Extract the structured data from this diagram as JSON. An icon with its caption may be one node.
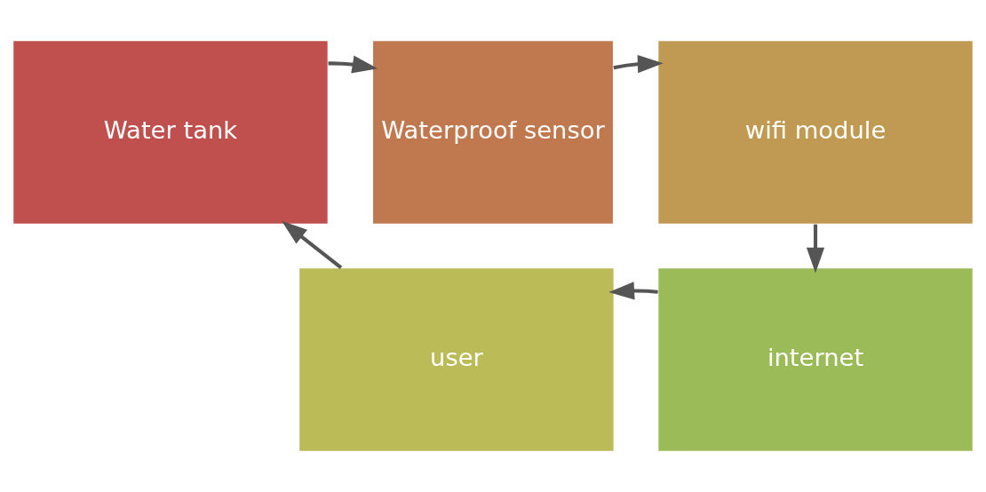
{
  "diagram": {
    "nodes": [
      {
        "text": [
          "Water tank"
        ]
      },
      {
        "text": [
          "Waterproof sensor"
        ]
      },
      {
        "text": [
          "wifi module"
        ]
      },
      {
        "text": [
          "internet"
        ]
      },
      {
        "text": [
          "user"
        ]
      }
    ],
    "edges": [
      {
        "from": 0,
        "to": 1,
        "arrow": "to"
      },
      {
        "from": 1,
        "to": 2,
        "arrow": "to"
      },
      {
        "from": 2,
        "to": 3,
        "arrow": "to"
      },
      {
        "from": 3,
        "to": 4,
        "arrow": "to"
      },
      {
        "from": 4,
        "to": 0,
        "arrow": "to"
      }
    ]
  }
}
